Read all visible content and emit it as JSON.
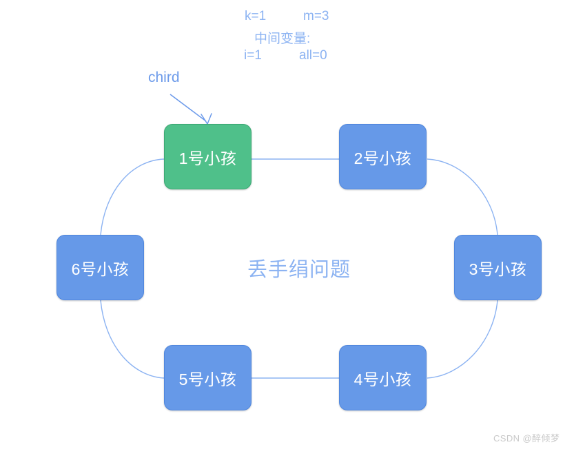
{
  "diagram": {
    "center_title": "丢手绢问题",
    "annotation": {
      "pointer_label": "chird"
    },
    "variables": {
      "k": "k=1",
      "m": "m=3",
      "mid_label": "中间变量:",
      "i": "i=1",
      "all": "all=0"
    },
    "nodes": [
      {
        "id": "child-1",
        "label": "1号小孩",
        "state": "active",
        "color": "#4fc08a"
      },
      {
        "id": "child-2",
        "label": "2号小孩",
        "state": "normal",
        "color": "#6699e8"
      },
      {
        "id": "child-3",
        "label": "3号小孩",
        "state": "normal",
        "color": "#6699e8"
      },
      {
        "id": "child-4",
        "label": "4号小孩",
        "state": "normal",
        "color": "#6699e8"
      },
      {
        "id": "child-5",
        "label": "5号小孩",
        "state": "normal",
        "color": "#6699e8"
      },
      {
        "id": "child-6",
        "label": "6号小孩",
        "state": "normal",
        "color": "#6699e8"
      }
    ],
    "colors": {
      "ring_stroke": "#8cb3f2",
      "accent_blue": "#6699e8",
      "accent_green": "#4fc08a",
      "text_blue": "#8cb3f2"
    },
    "watermark": "CSDN @醉倾梦"
  }
}
